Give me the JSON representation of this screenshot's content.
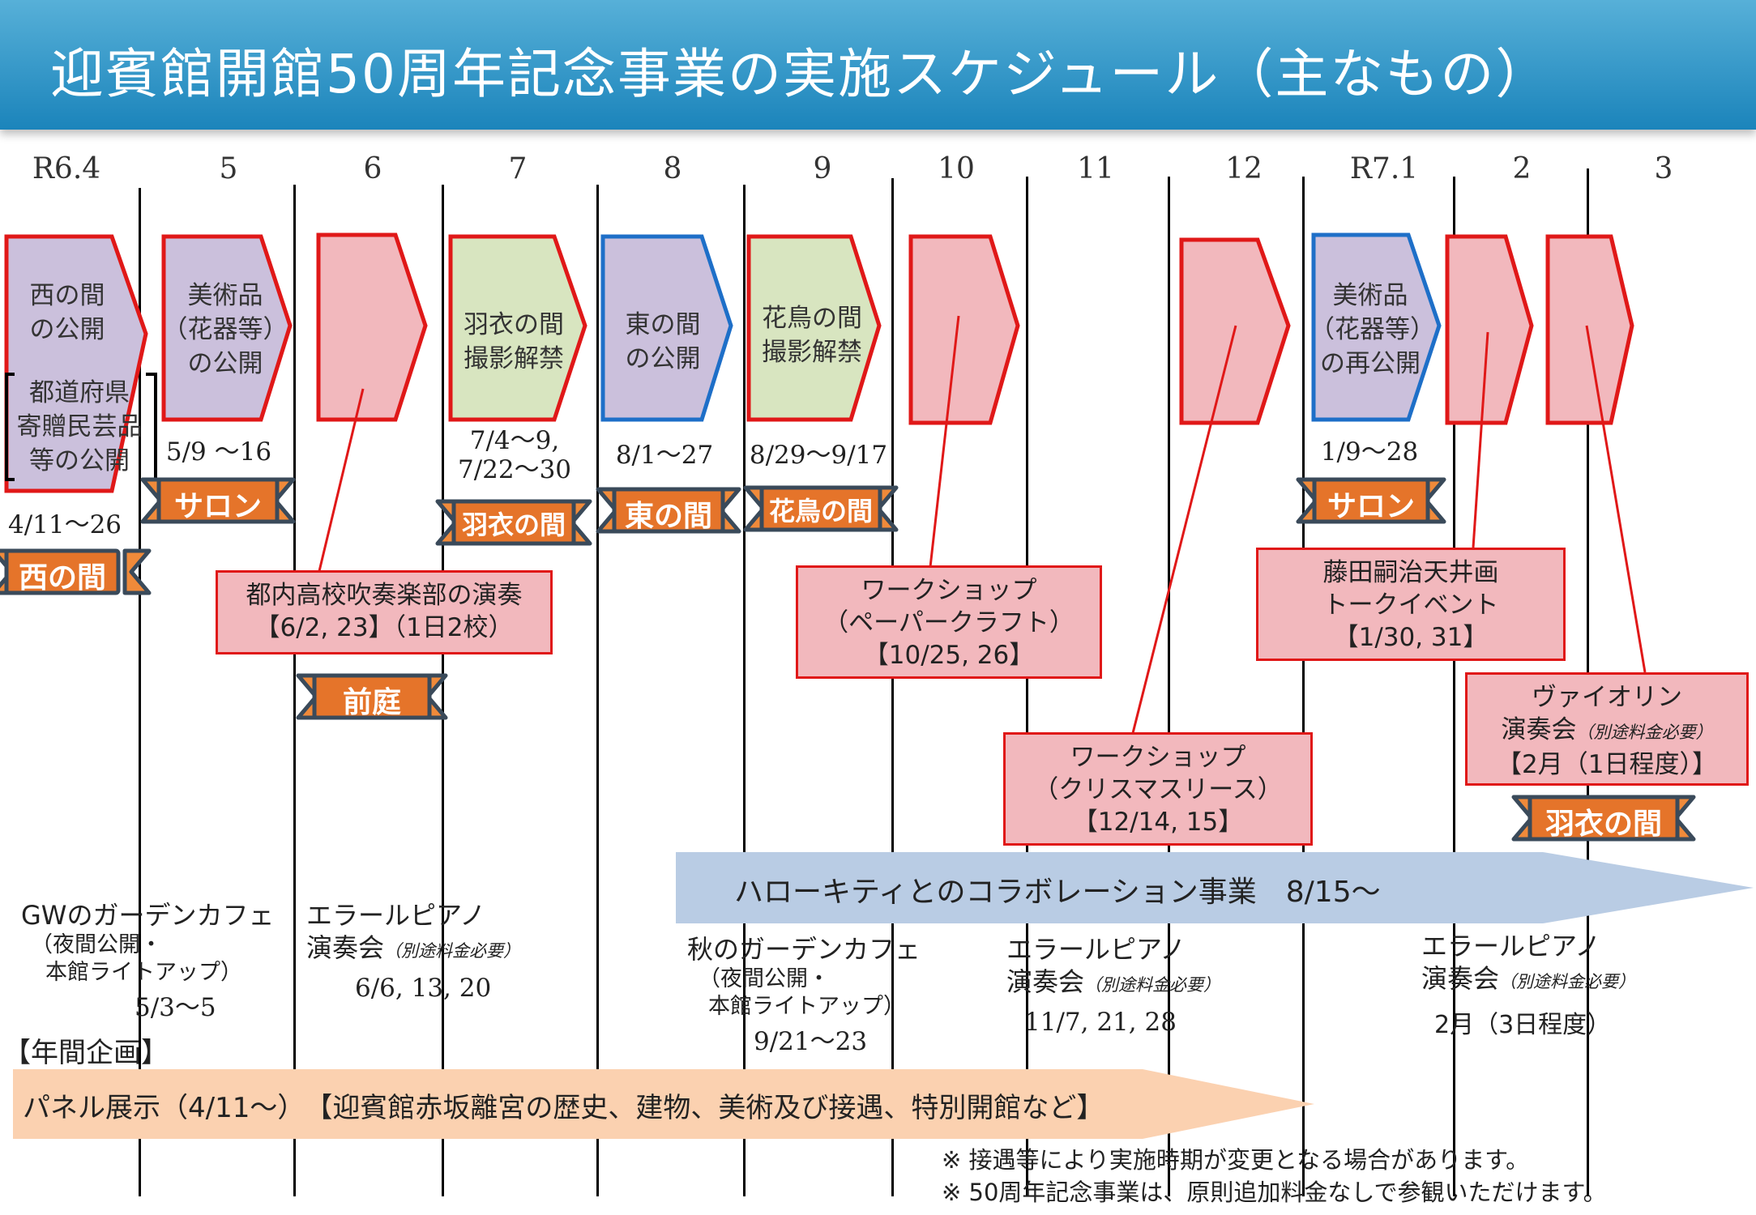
{
  "header": {
    "title": "迎賓館開館50周年記念事業の実施スケジュール（主なもの）"
  },
  "timeline": {
    "months": [
      "R6.4",
      "5",
      "6",
      "7",
      "8",
      "9",
      "10",
      "11",
      "12",
      "R7.1",
      "2",
      "3"
    ]
  },
  "exhibitions": [
    {
      "label_lines": [
        "西の間",
        "の公開"
      ],
      "date": "4/11～26",
      "badge": "西の間"
    },
    {
      "label_lines": [
        "美術品",
        "（花器等）",
        "の公開"
      ],
      "date": "5/9 ～16",
      "badge": "サロン"
    },
    {
      "label_lines": [
        "羽衣の間",
        "撮影解禁"
      ],
      "date_lines": [
        "7/4～9,",
        "7/22～30"
      ],
      "badge": "羽衣の間"
    },
    {
      "label_lines": [
        "東の間",
        "の公開"
      ],
      "date": "8/1～27",
      "badge": "東の間"
    },
    {
      "label_lines": [
        "花鳥の間",
        "撮影解禁"
      ],
      "date": "8/29～9/17",
      "badge": "花鳥の間"
    },
    {
      "label_lines": [
        "美術品",
        "（花器等）",
        "の再公開"
      ],
      "date": "1/9～28",
      "badge": "サロン"
    }
  ],
  "prefectural": {
    "label_lines": [
      "都道府県",
      "寄贈民芸品",
      "等の公開"
    ]
  },
  "events": [
    {
      "lines": [
        "都内高校吹奏楽部の演奏",
        "【6/2, 23】（1日2校）"
      ],
      "badge": "前庭"
    },
    {
      "lines": [
        "ワークショップ",
        "（ペーパークラフト）",
        "【10/25, 26】"
      ]
    },
    {
      "lines": [
        "ワークショップ",
        "（クリスマスリース）",
        "【12/14, 15】"
      ]
    },
    {
      "lines": [
        "藤田嗣治天井画",
        "トークイベント",
        "【1/30, 31】"
      ]
    },
    {
      "lines": [
        "ヴァイオリン",
        "演奏会",
        "【2月（1日程度）】"
      ],
      "note": "（別途料金必要）",
      "badge": "羽衣の間"
    }
  ],
  "hello_kitty": {
    "text": "ハローキティとのコラボレーション事業　8/15～"
  },
  "cafes": [
    {
      "title": "GWのガーデンカフェ",
      "lines": [
        "（夜間公開・",
        "本館ライトアップ）"
      ],
      "date": "5/3～5"
    },
    {
      "title": "秋のガーデンカフェ",
      "lines": [
        "（夜間公開・",
        "本館ライトアップ）"
      ],
      "date": "9/21～23"
    }
  ],
  "piano": [
    {
      "title": "エラールピアノ",
      "line2": "演奏会",
      "note": "（別途料金必要）",
      "date": "6/6, 13, 20"
    },
    {
      "title": "エラールピアノ",
      "line2": "演奏会",
      "note": "（別途料金必要）",
      "date": "11/7, 21, 28"
    },
    {
      "title": "エラールピアノ",
      "line2": "演奏会",
      "note": "（別途料金必要）",
      "date": "2月（3日程度）"
    }
  ],
  "annual": {
    "heading": "【年間企画】",
    "panel": "パネル展示（4/11～）　【迎賓館赤坂離宮の歴史、建物、美術及び接遇、特別開館など】"
  },
  "notes": [
    "※ 接遇等により実施時期が変更となる場合があります。",
    "※ 50周年記念事業は、原則追加料金なしで参観いただけます。"
  ],
  "colors": {
    "purple": "#cbc0dc",
    "green": "#d8e5c0",
    "pink": "#f2b8bd",
    "red": "#e01818",
    "blue": "#1e6fc8",
    "badge": "#e5742a"
  }
}
